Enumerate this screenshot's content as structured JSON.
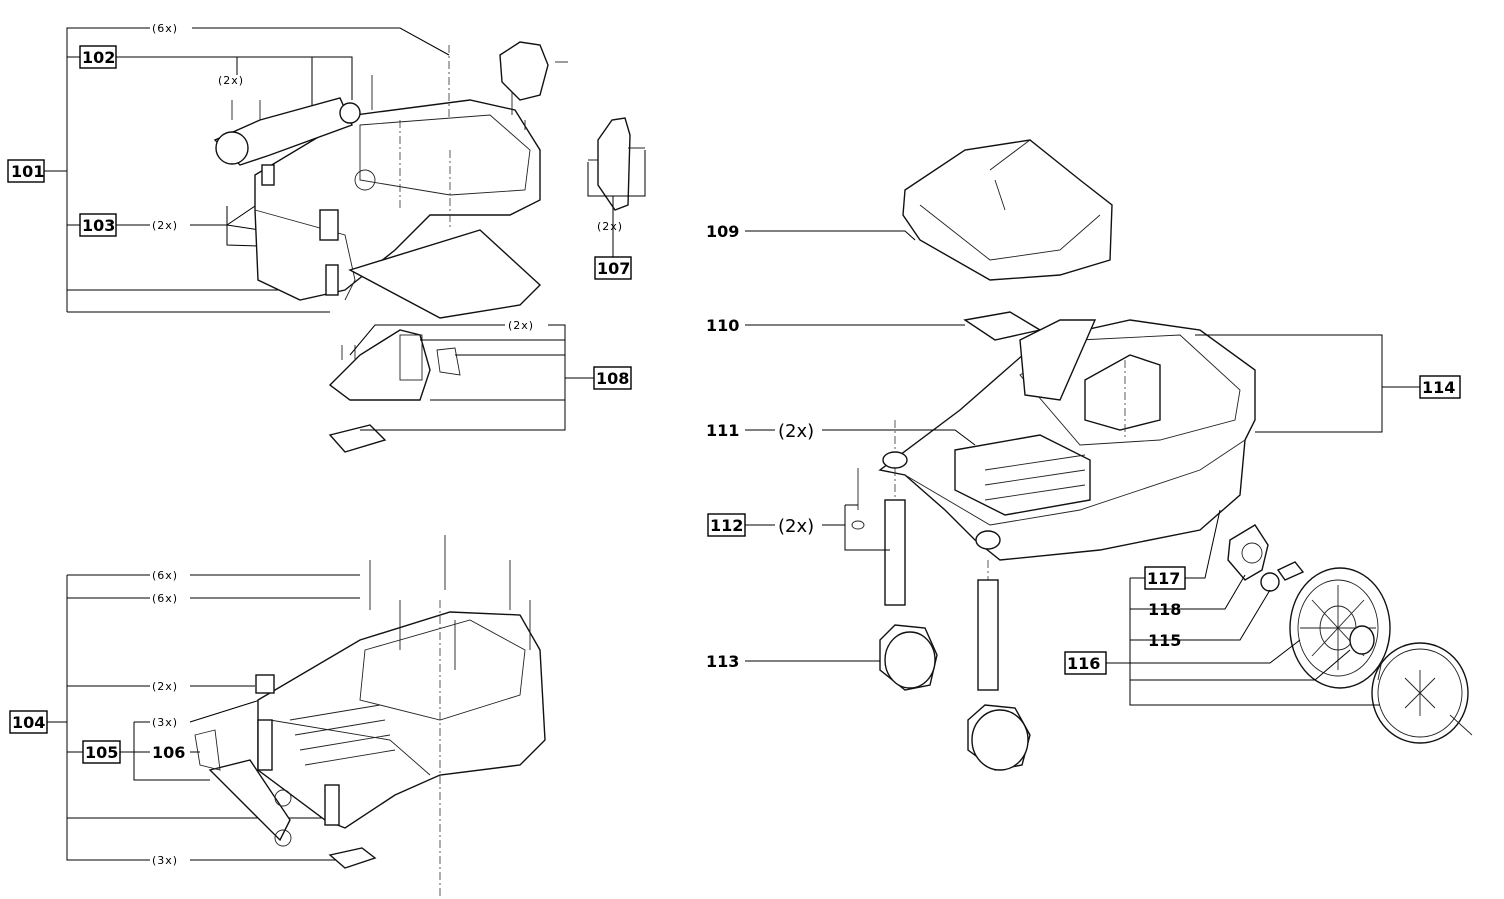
{
  "labels": {
    "p101": "101",
    "p102": "102",
    "p103": "103",
    "p104": "104",
    "p105": "105",
    "p106": "106",
    "p107": "107",
    "p108": "108",
    "p109": "109",
    "p110": "110",
    "p111": "111",
    "p112": "112",
    "p113": "113",
    "p114": "114",
    "p115": "115",
    "p116": "116",
    "p117": "117",
    "p118": "118"
  },
  "quantities": {
    "q6x": "(6x)",
    "q2x": "(2x)",
    "q3x": "(3x)"
  }
}
